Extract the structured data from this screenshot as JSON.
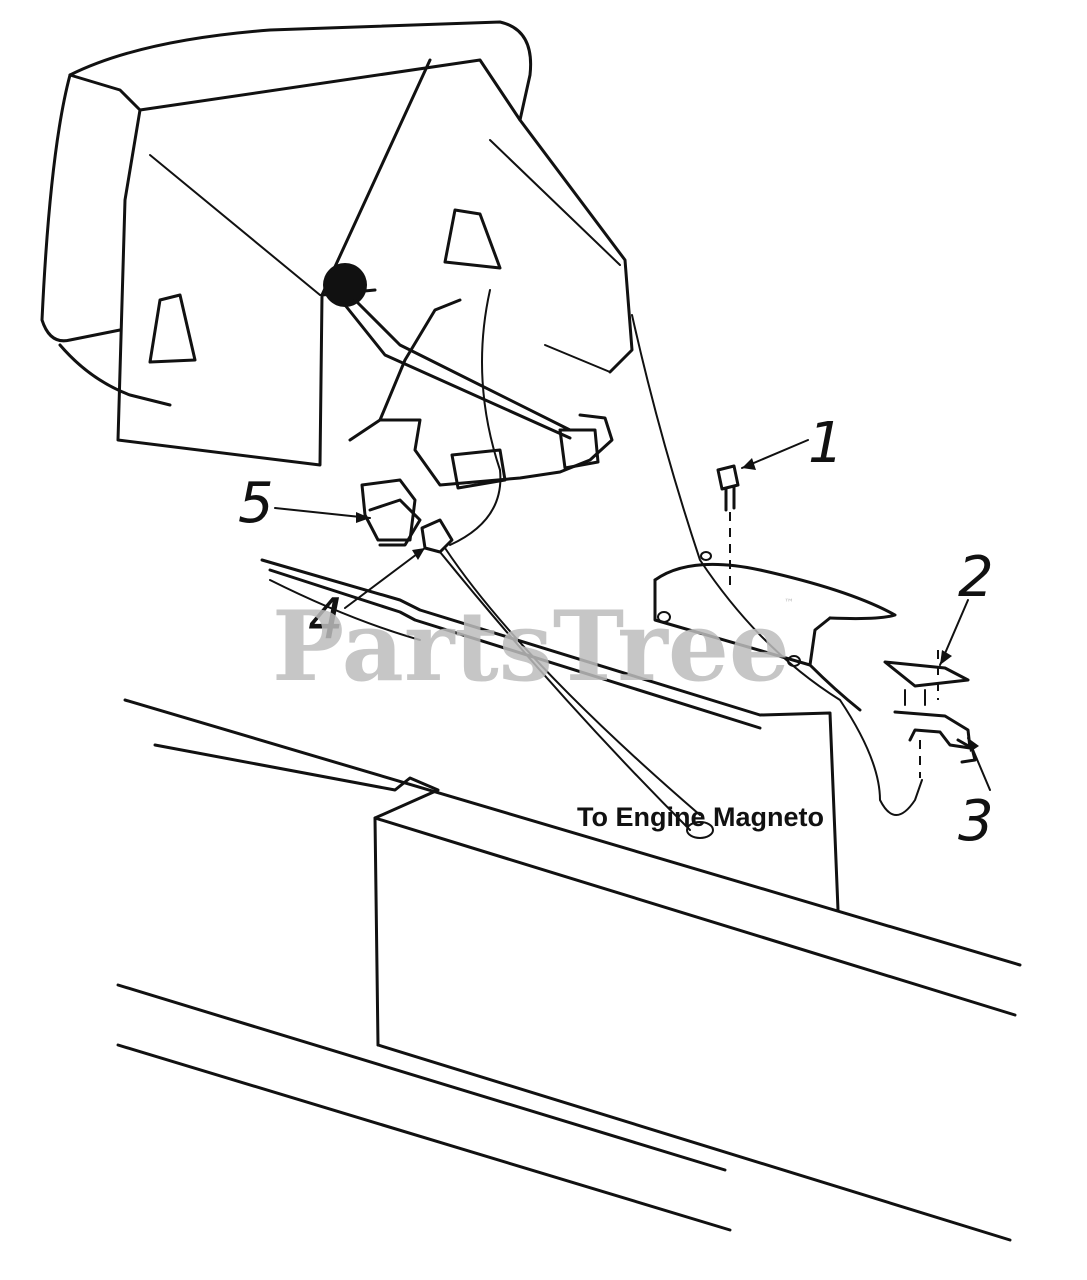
{
  "watermark": {
    "text": "PartsTree",
    "trademark": "™"
  },
  "annotation": {
    "text": "To Engine Magneto"
  },
  "callouts": [
    {
      "number": "1",
      "part": "bolt"
    },
    {
      "number": "2",
      "part": "mounting-plate"
    },
    {
      "number": "3",
      "part": "bracket"
    },
    {
      "number": "4",
      "part": "wire-connector"
    },
    {
      "number": "5",
      "part": "interlock-switch"
    }
  ]
}
